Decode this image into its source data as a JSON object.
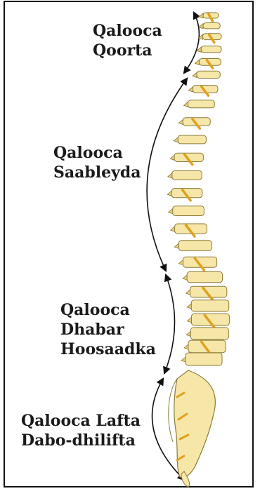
{
  "regions": [
    {
      "id": "cervical",
      "line1": "Qalooca",
      "line2": "Qoorta"
    },
    {
      "id": "thoracic",
      "line1": "Qalooca",
      "line2": "Saableyda"
    },
    {
      "id": "lumbar",
      "line1": "Qalooca",
      "line2": "Dhabar",
      "line3": "Hoosaadka"
    },
    {
      "id": "sacral",
      "line1": "Qalooca Lafta",
      "line2": "Dabo-dhilifta"
    }
  ],
  "colors": {
    "bone": "#f6e7a8",
    "bone_shade": "#e7cf7a",
    "bone_outline": "#8a7a3a",
    "nerve": "#e0a020",
    "arrow": "#111111",
    "frame": "#111111"
  }
}
